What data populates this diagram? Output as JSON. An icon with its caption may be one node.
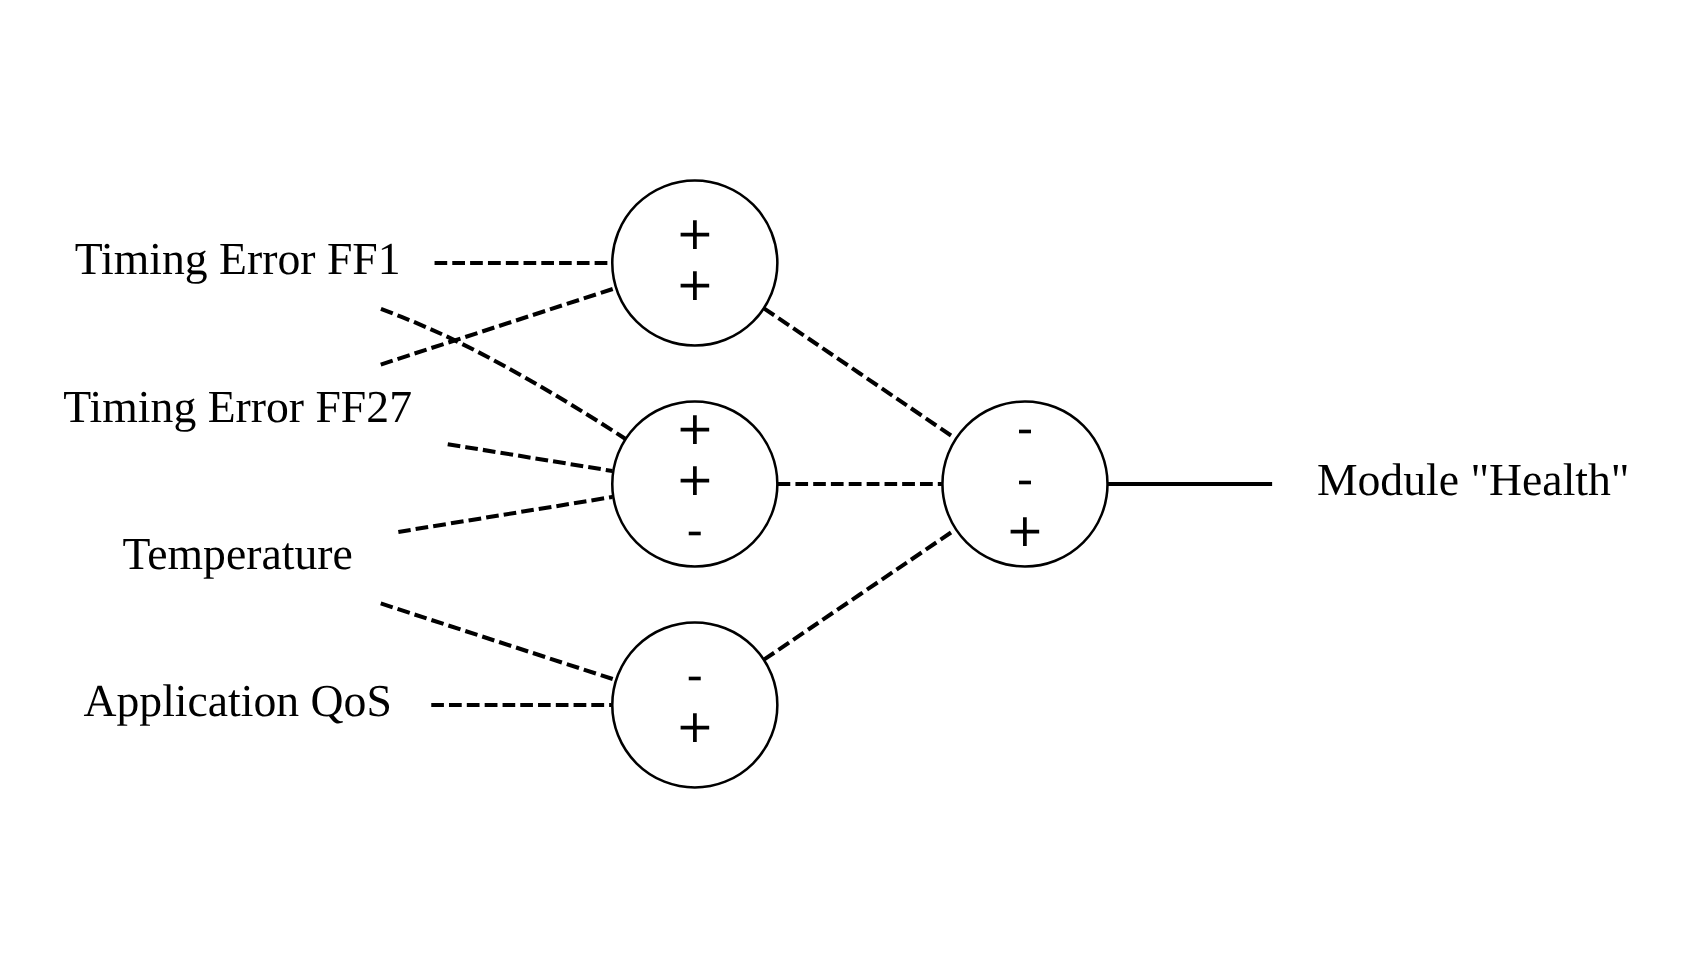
{
  "diagram": {
    "nodes": [
      {
        "text": [
          "Timing Error FF1"
        ]
      },
      {
        "text": [
          "Timing Error FF27"
        ]
      },
      {
        "text": [
          "Temperature"
        ]
      },
      {
        "text": [
          "Application QoS"
        ]
      },
      {
        "text": [
          "+",
          "+"
        ]
      },
      {
        "text": [
          "+",
          "+",
          "-"
        ]
      },
      {
        "text": [
          "-",
          "+"
        ]
      },
      {
        "text": [
          "-",
          "-",
          "+"
        ]
      },
      {
        "text": [
          "Module \"Health\""
        ]
      }
    ],
    "edges": [
      {
        "from": 0,
        "to": 4,
        "arrow": "none",
        "style": "dashed"
      },
      {
        "from": 0,
        "to": 5,
        "arrow": "none",
        "style": "dashed"
      },
      {
        "from": 1,
        "to": 4,
        "arrow": "none",
        "style": "dashed"
      },
      {
        "from": 1,
        "to": 5,
        "arrow": "none",
        "style": "dashed"
      },
      {
        "from": 2,
        "to": 5,
        "arrow": "none",
        "style": "dashed"
      },
      {
        "from": 2,
        "to": 6,
        "arrow": "none",
        "style": "dashed"
      },
      {
        "from": 3,
        "to": 6,
        "arrow": "none",
        "style": "dashed"
      },
      {
        "from": 4,
        "to": 7,
        "arrow": "none",
        "style": "dashed"
      },
      {
        "from": 5,
        "to": 7,
        "arrow": "none",
        "style": "dashed"
      },
      {
        "from": 6,
        "to": 7,
        "arrow": "none",
        "style": "dashed"
      },
      {
        "from": 7,
        "to": 8,
        "arrow": "none"
      }
    ]
  }
}
